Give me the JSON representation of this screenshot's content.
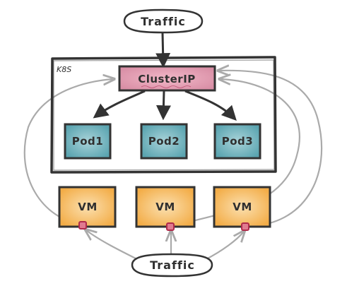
{
  "diagram": {
    "traffic_top": "Traffic",
    "traffic_bottom": "Traffic",
    "cluster_label": "K8S",
    "service": "ClusterIP",
    "pods": [
      "Pod1",
      "Pod2",
      "Pod3"
    ],
    "vms": [
      "VM",
      "VM",
      "VM"
    ]
  },
  "colors": {
    "ink": "#333333",
    "gray_arrow": "#aaaaaa",
    "clusterip_fill": "#d98fa6",
    "pod_fill": "#6fb3be",
    "vm_fill": "#f4b455",
    "node_port": "#cc3355"
  }
}
